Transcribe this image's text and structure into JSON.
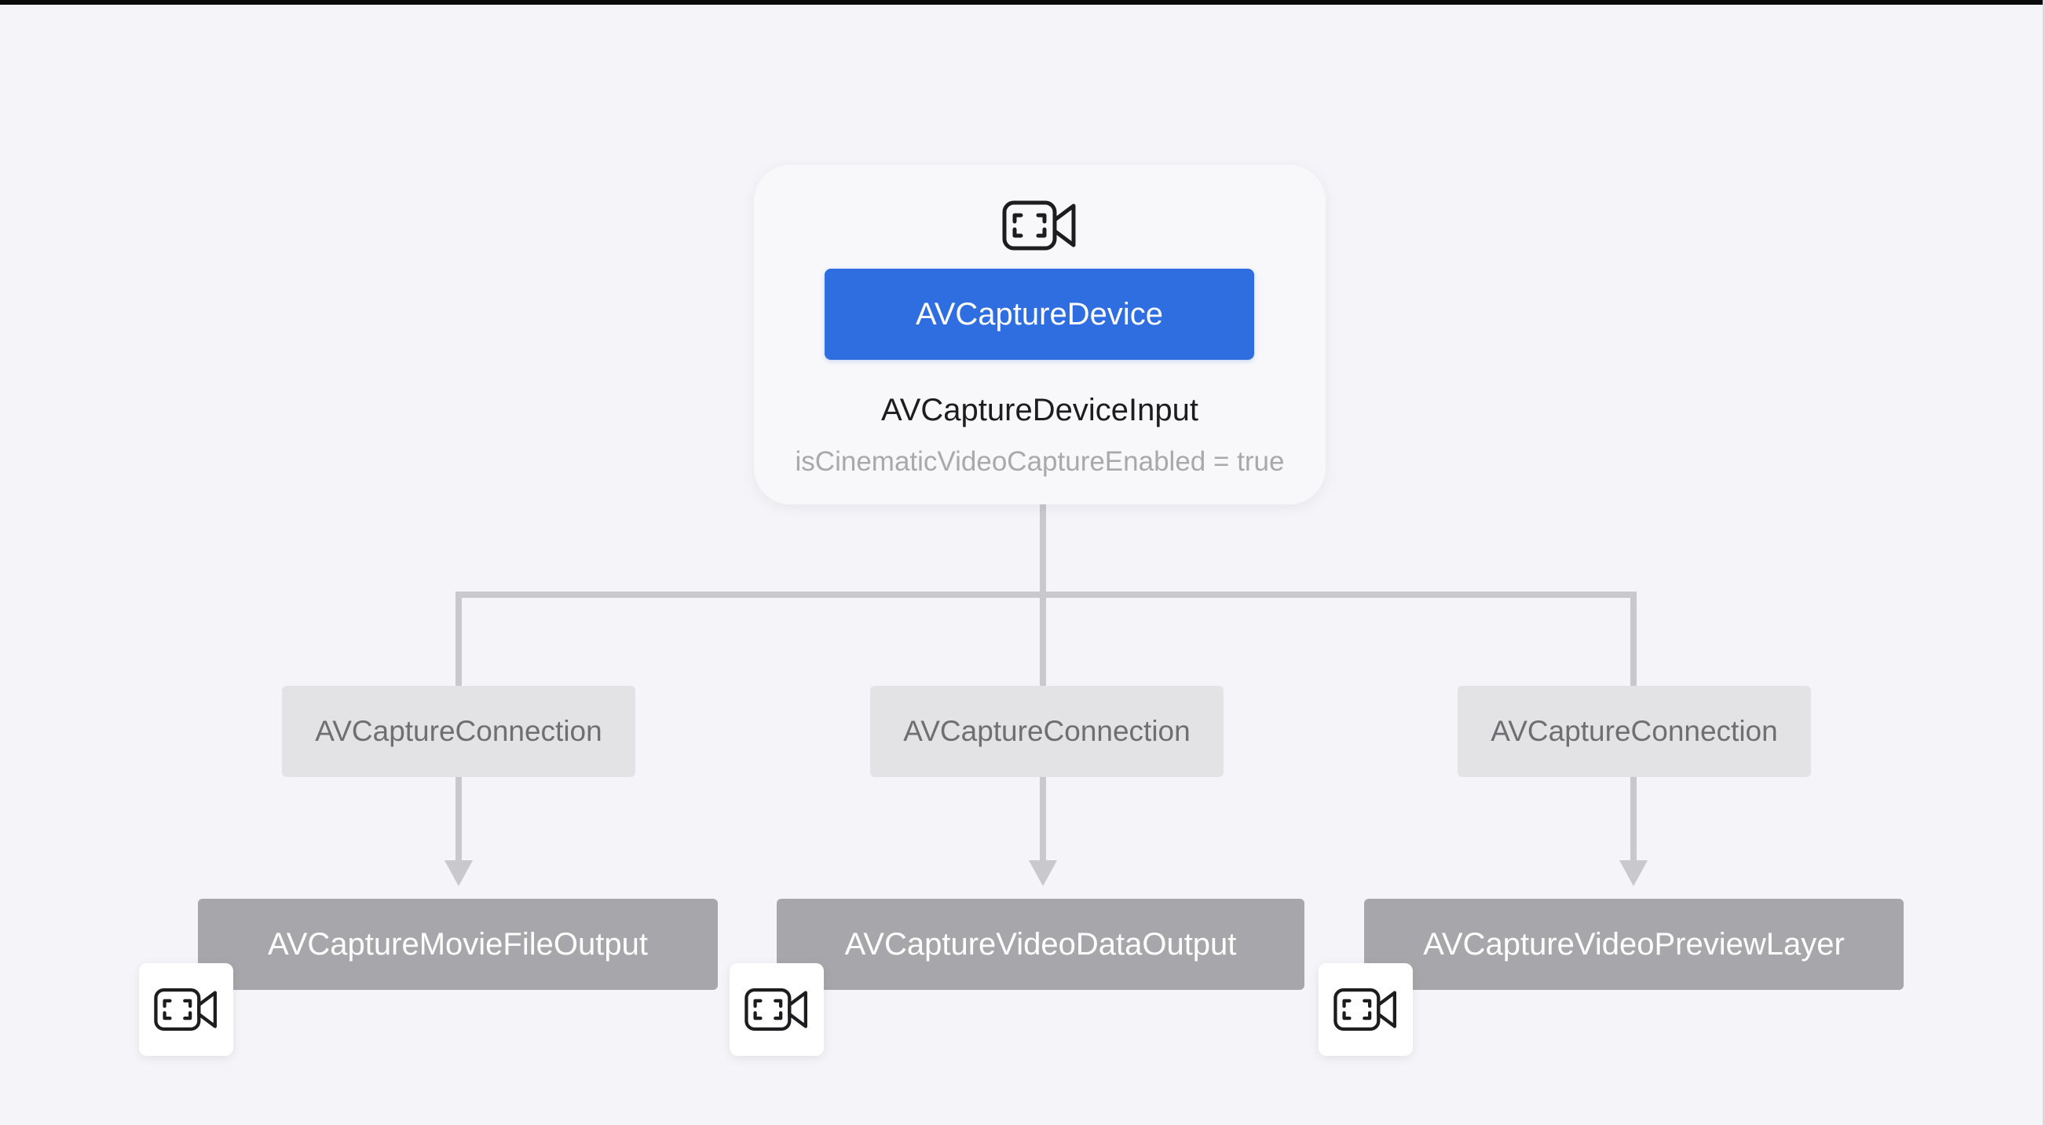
{
  "colors": {
    "background": "#f5f4f8",
    "device_button": "#2f6ee1",
    "connection_box": "#e3e3e6",
    "output_box": "#a7a7ab",
    "connector_line": "#c9c9cd"
  },
  "input_card": {
    "icon": "video-camera-icon",
    "device_label": "AVCaptureDevice",
    "title": "AVCaptureDeviceInput",
    "property": "isCinematicVideoCaptureEnabled = true"
  },
  "connections": [
    {
      "label": "AVCaptureConnection"
    },
    {
      "label": "AVCaptureConnection"
    },
    {
      "label": "AVCaptureConnection"
    }
  ],
  "outputs": [
    {
      "label": "AVCaptureMovieFileOutput",
      "icon": "video-camera-icon"
    },
    {
      "label": "AVCaptureVideoDataOutput",
      "icon": "video-camera-icon"
    },
    {
      "label": "AVCaptureVideoPreviewLayer",
      "icon": "video-camera-icon"
    }
  ]
}
